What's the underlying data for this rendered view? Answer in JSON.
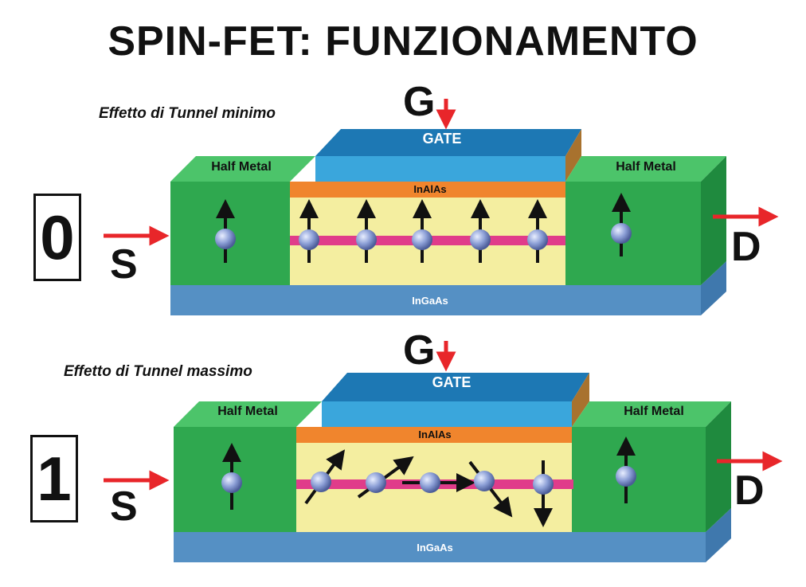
{
  "title": "SPIN-FET: FUNZIONAMENTO",
  "top": {
    "effect": "Effetto di Tunnel  minimo",
    "state": "0",
    "gate_terminal": "G",
    "gate_label": "GATE",
    "source": "S",
    "drain": "D",
    "left_metal": "Half Metal",
    "right_metal": "Half Metal",
    "barrier": "InAlAs",
    "substrate": "InGaAs"
  },
  "bottom": {
    "effect": "Effetto di Tunnel  massimo",
    "state": "1",
    "gate_terminal": "G",
    "gate_label": "GATE",
    "source": "S",
    "drain": "D",
    "left_metal": "Half Metal",
    "right_metal": "Half Metal",
    "barrier": "InAlAs",
    "substrate": "InGaAs"
  },
  "colors": {
    "green": "#2fa84f",
    "gate": "#3aa6dc",
    "barrier": "#f0852d",
    "channel": "#f4eea0",
    "substrate": "#5590c4",
    "arrow": "#e8262a",
    "spin_line": "#e03c8a"
  }
}
